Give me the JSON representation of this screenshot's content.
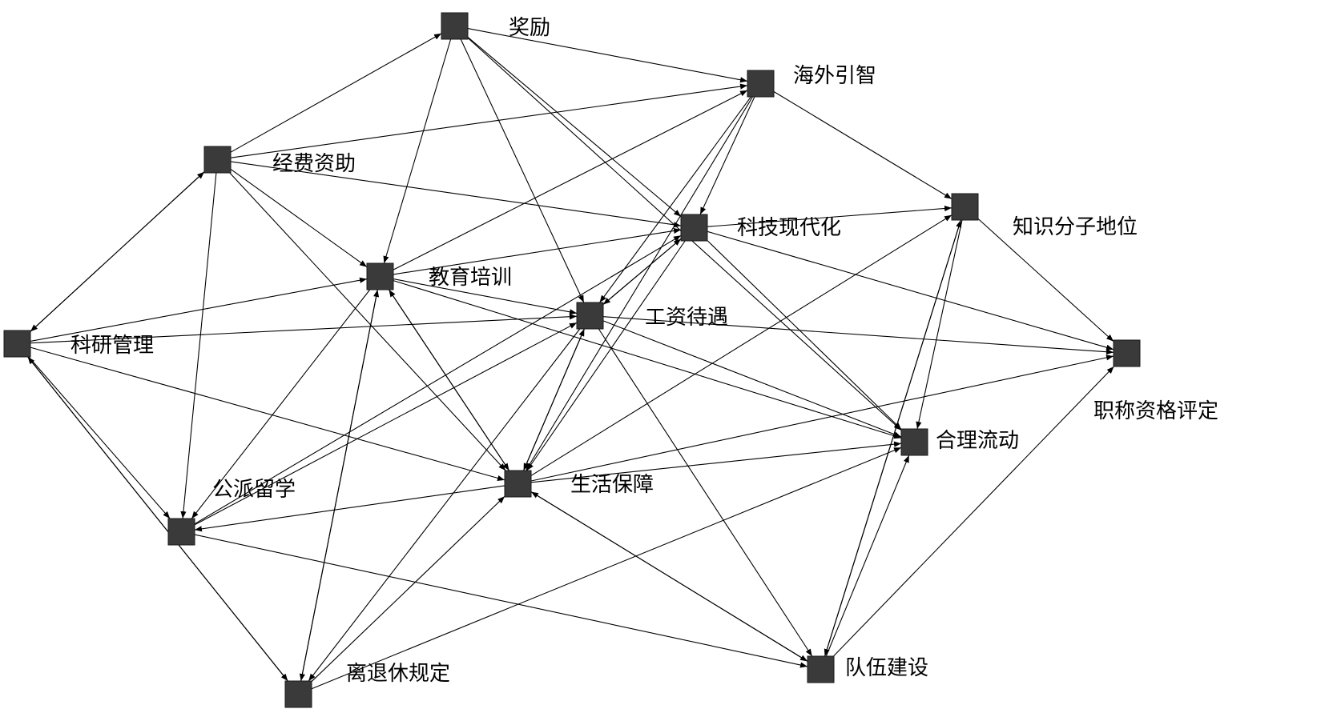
{
  "nodes": [
    {
      "id": "jiangli",
      "label": "奖励"
    },
    {
      "id": "haiwai",
      "label": "海外引智"
    },
    {
      "id": "jingfei",
      "label": "经费资助"
    },
    {
      "id": "kejixdh",
      "label": "科技现代化"
    },
    {
      "id": "zhishi",
      "label": "知识分子地位"
    },
    {
      "id": "jiaoyu",
      "label": "教育培训"
    },
    {
      "id": "gongzi",
      "label": "工资待遇"
    },
    {
      "id": "keyan",
      "label": "科研管理"
    },
    {
      "id": "zhicheng",
      "label": "职称资格评定"
    },
    {
      "id": "heli",
      "label": "合理流动"
    },
    {
      "id": "gongpai",
      "label": "公派留学"
    },
    {
      "id": "shenghuo",
      "label": "生活保障"
    },
    {
      "id": "lituixiu",
      "label": "离退休规定"
    },
    {
      "id": "duiwu",
      "label": "队伍建设"
    }
  ],
  "edges": [
    [
      "jingfei",
      "jiangli"
    ],
    [
      "jiangli",
      "jiaoyu"
    ],
    [
      "jiangli",
      "gongzi"
    ],
    [
      "jiangli",
      "kejixdh"
    ],
    [
      "jiangli",
      "heli"
    ],
    [
      "jiangli",
      "haiwai"
    ],
    [
      "jingfei",
      "haiwai"
    ],
    [
      "jiaoyu",
      "haiwai"
    ],
    [
      "haiwai",
      "kejixdh"
    ],
    [
      "haiwai",
      "gongzi"
    ],
    [
      "haiwai",
      "shenghuo"
    ],
    [
      "haiwai",
      "zhishi"
    ],
    [
      "zhishi",
      "zhicheng"
    ],
    [
      "jingfei",
      "keyan"
    ],
    [
      "keyan",
      "jingfei"
    ],
    [
      "jingfei",
      "jiaoyu"
    ],
    [
      "jingfei",
      "kejixdh"
    ],
    [
      "jingfei",
      "gongpai"
    ],
    [
      "jingfei",
      "shenghuo"
    ],
    [
      "keyan",
      "jiaoyu"
    ],
    [
      "keyan",
      "gongzi"
    ],
    [
      "keyan",
      "shenghuo"
    ],
    [
      "keyan",
      "lituixiu"
    ],
    [
      "keyan",
      "gongpai"
    ],
    [
      "lituixiu",
      "keyan"
    ],
    [
      "jiaoyu",
      "kejixdh"
    ],
    [
      "jiaoyu",
      "gongzi"
    ],
    [
      "jiaoyu",
      "gongpai"
    ],
    [
      "jiaoyu",
      "shenghuo"
    ],
    [
      "jiaoyu",
      "heli"
    ],
    [
      "jiaoyu",
      "lituixiu"
    ],
    [
      "lituixiu",
      "jiaoyu"
    ],
    [
      "gongpai",
      "kejixdh"
    ],
    [
      "gongpai",
      "gongzi"
    ],
    [
      "gongpai",
      "duiwu"
    ],
    [
      "kejixdh",
      "zhishi"
    ],
    [
      "kejixdh",
      "gongzi"
    ],
    [
      "kejixdh",
      "heli"
    ],
    [
      "kejixdh",
      "zhicheng"
    ],
    [
      "kejixdh",
      "shenghuo"
    ],
    [
      "gongzi",
      "kejixdh"
    ],
    [
      "gongzi",
      "zhicheng"
    ],
    [
      "gongzi",
      "heli"
    ],
    [
      "gongzi",
      "shenghuo"
    ],
    [
      "gongzi",
      "duiwu"
    ],
    [
      "gongzi",
      "lituixiu"
    ],
    [
      "shenghuo",
      "gongzi"
    ],
    [
      "shenghuo",
      "jiaoyu"
    ],
    [
      "shenghuo",
      "zhishi"
    ],
    [
      "shenghuo",
      "heli"
    ],
    [
      "shenghuo",
      "zhicheng"
    ],
    [
      "shenghuo",
      "gongpai"
    ],
    [
      "shenghuo",
      "duiwu"
    ],
    [
      "zhishi",
      "heli"
    ],
    [
      "zhishi",
      "duiwu"
    ],
    [
      "duiwu",
      "zhishi"
    ],
    [
      "duiwu",
      "heli"
    ],
    [
      "duiwu",
      "zhicheng"
    ],
    [
      "duiwu",
      "shenghuo"
    ],
    [
      "lituixiu",
      "shenghuo"
    ],
    [
      "lituixiu",
      "heli"
    ]
  ]
}
